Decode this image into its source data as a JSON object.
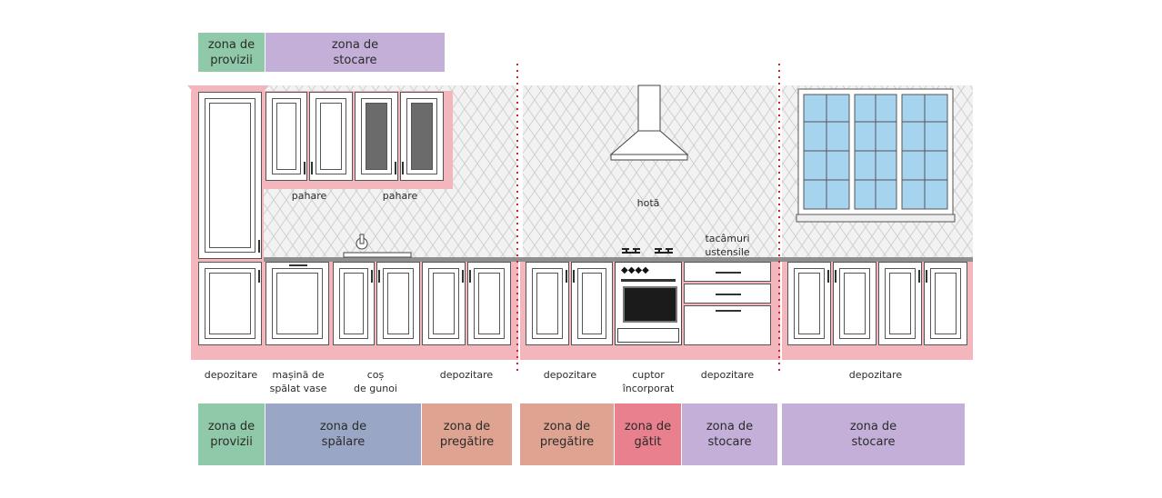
{
  "colors": {
    "provizii": "#8fc9a9",
    "stocare": "#c3afd7",
    "spalare": "#9aa6c6",
    "pregatire": "#dfa391",
    "gatit": "#e8808d",
    "highlight": "#f4b6bd",
    "divider": "#cc2233"
  },
  "top_zones": [
    {
      "name": "zona-provizii-top",
      "text": "zona de\nprovizii",
      "color": "provizii"
    },
    {
      "name": "zona-stocare-top",
      "text": "zona de\nstocare",
      "color": "stocare"
    }
  ],
  "bottom_zones": [
    {
      "name": "zona-provizii",
      "text": "zona de\nprovizii",
      "color": "provizii"
    },
    {
      "name": "zona-spalare",
      "text": "zona de\nspălare",
      "color": "spalare"
    },
    {
      "name": "zona-pregatire-1",
      "text": "zona de\npregătire",
      "color": "pregatire"
    },
    {
      "name": "zona-pregatire-2",
      "text": "zona de\npregătire",
      "color": "pregatire"
    },
    {
      "name": "zona-gatit",
      "text": "zona de\ngătit",
      "color": "gatit"
    },
    {
      "name": "zona-stocare-1",
      "text": "zona de\nstocare",
      "color": "stocare"
    },
    {
      "name": "zona-stocare-2",
      "text": "zona de\nstocare",
      "color": "stocare"
    }
  ],
  "labels": {
    "pahare_1": "pahare",
    "pahare_2": "pahare",
    "hota": "hotă",
    "tacamuri": "tacâmuri\nustensile",
    "depozitare_1": "depozitare",
    "masina": "mașină de\nspălat vase",
    "cos": "coș\nde gunoi",
    "depozitare_2": "depozitare",
    "depozitare_3": "depozitare",
    "cuptor": "cuptor\nîncorporat",
    "depozitare_4": "depozitare",
    "depozitare_5": "depozitare"
  }
}
